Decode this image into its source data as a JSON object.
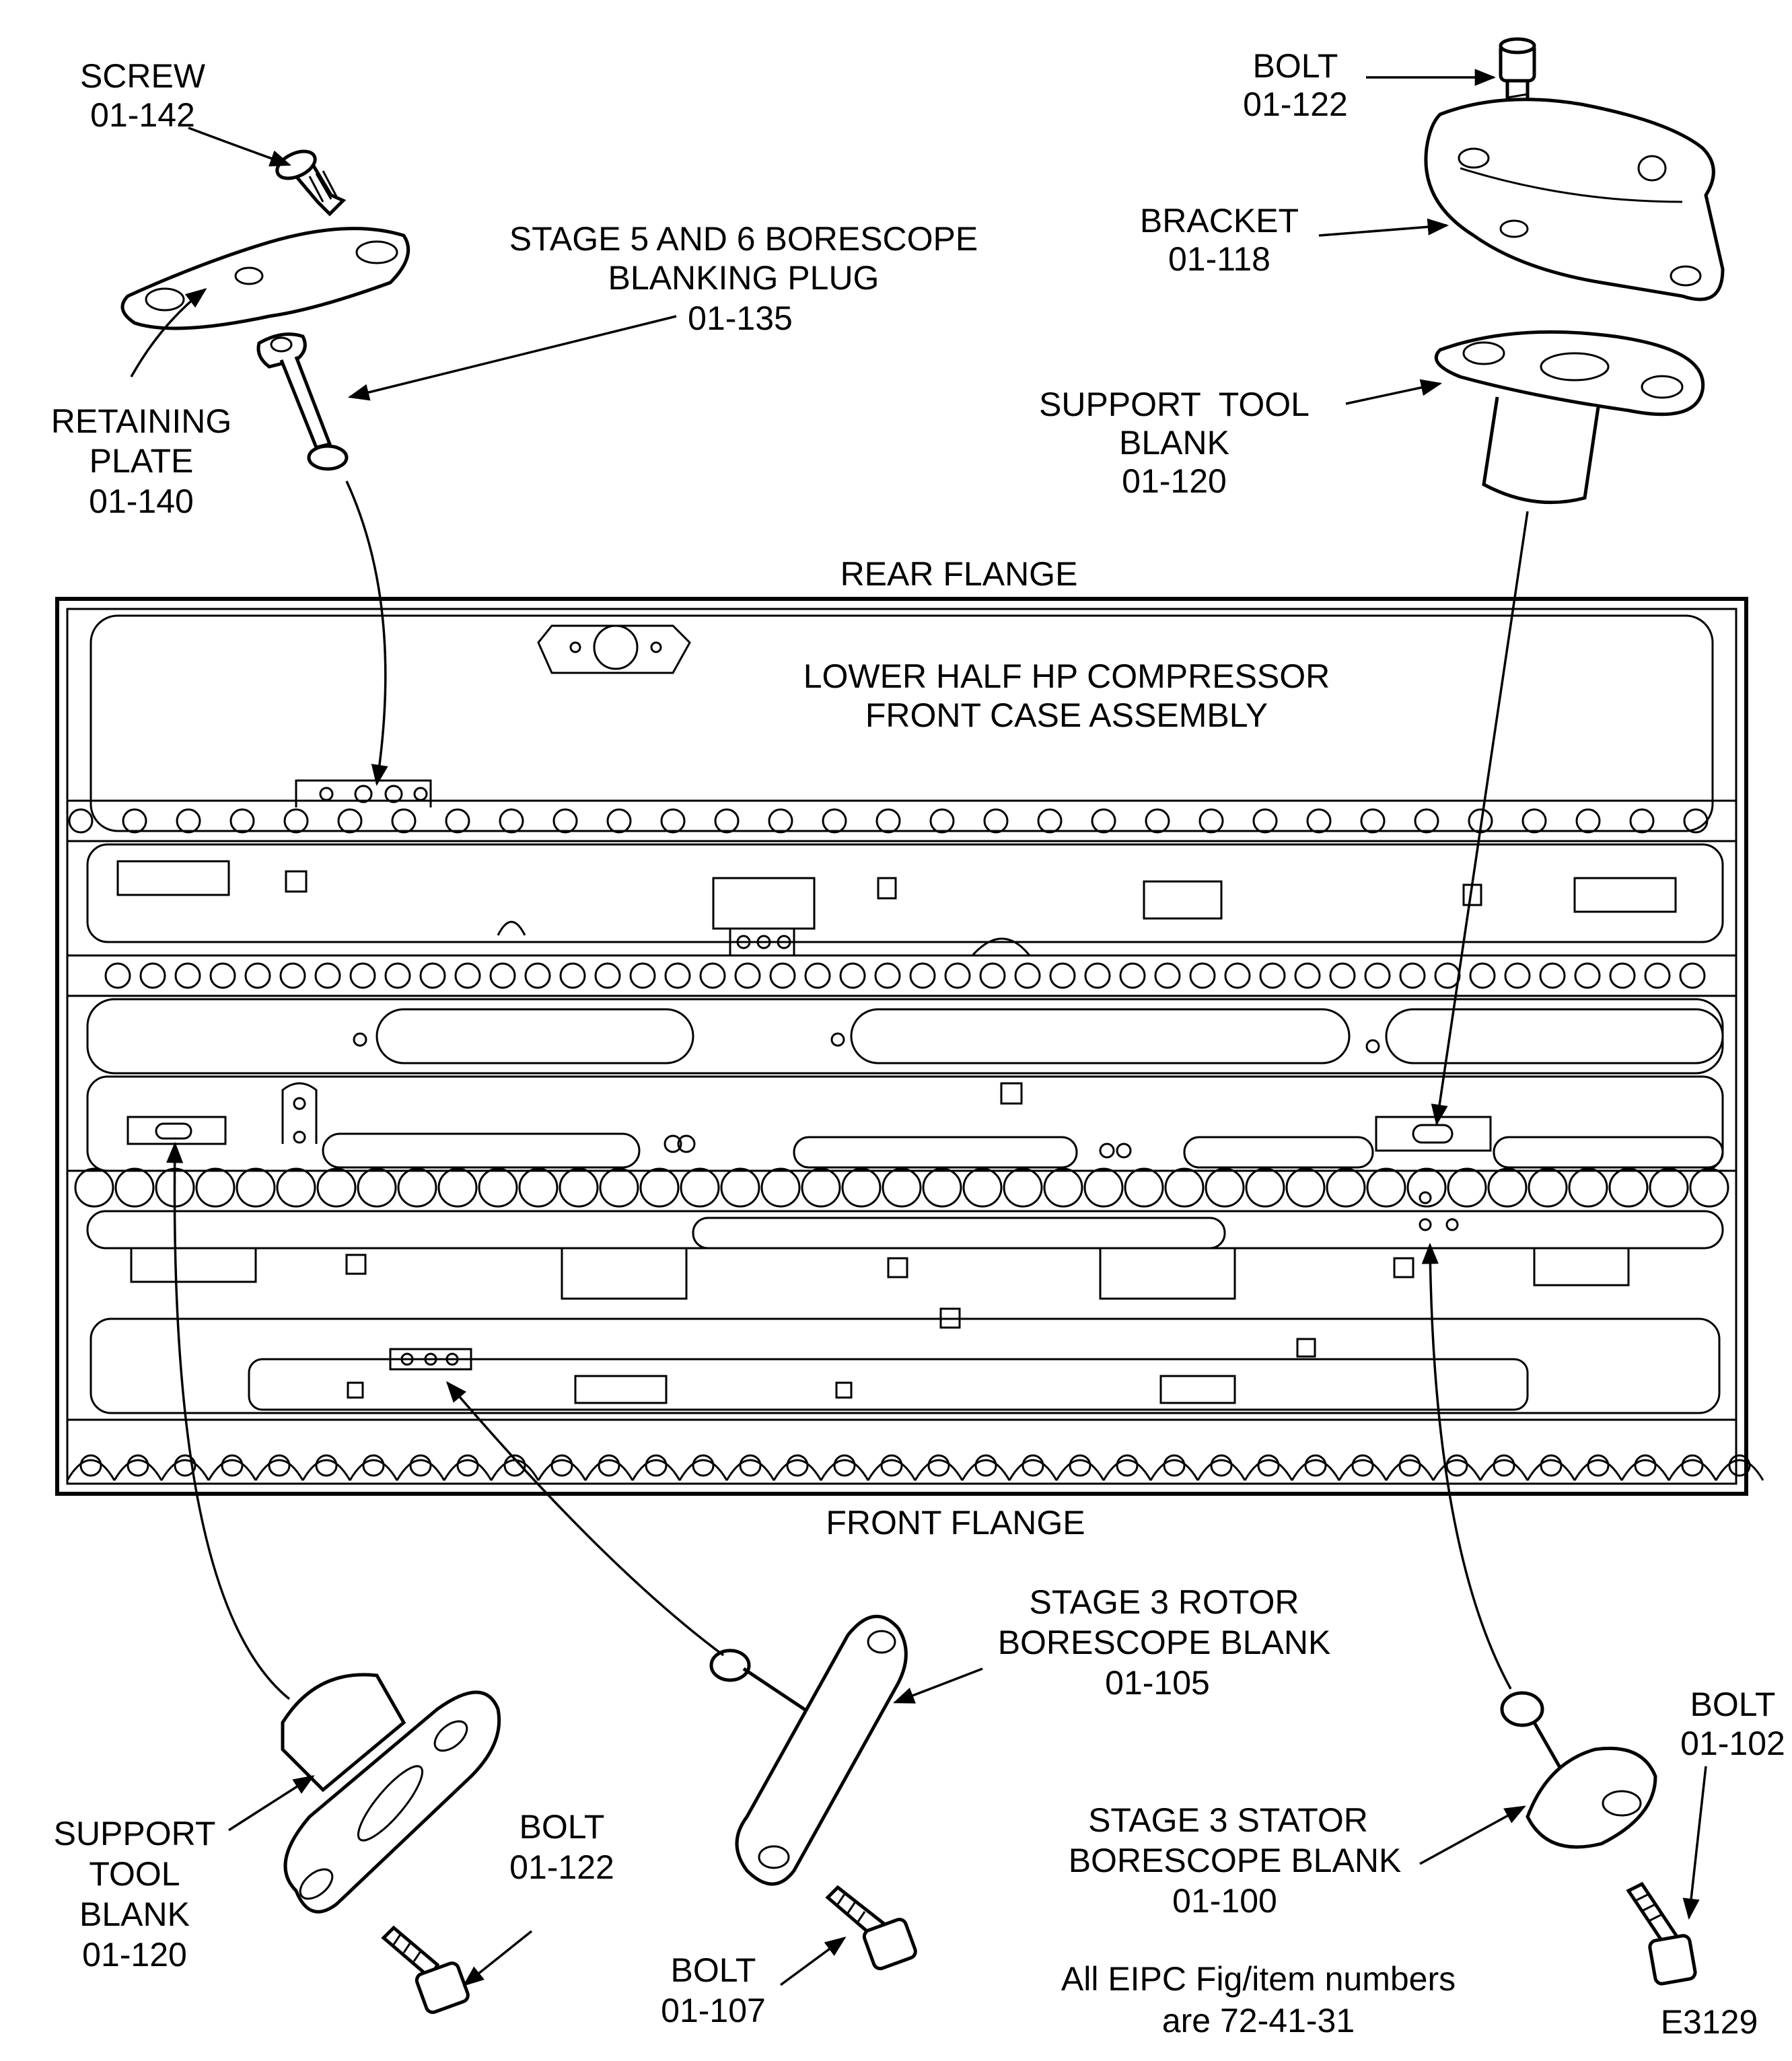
{
  "diagram": {
    "assembly_title": [
      "LOWER HALF HP COMPRESSOR",
      "FRONT CASE ASSEMBLY"
    ],
    "rear_flange": "REAR FLANGE",
    "front_flange": "FRONT FLANGE",
    "footnote": [
      "All EIPC Fig/item numbers",
      "are 72-41-31"
    ],
    "figure_id": "E3129",
    "callouts": {
      "screw": [
        "SCREW",
        "01-142"
      ],
      "blanking_plug": [
        "STAGE 5 AND 6 BORESCOPE",
        "BLANKING PLUG",
        "01-135"
      ],
      "retaining_plate": [
        "RETAINING",
        "PLATE",
        "01-140"
      ],
      "bolt_top": [
        "BOLT",
        "01-122"
      ],
      "bracket": [
        "BRACKET",
        "01-118"
      ],
      "support_tool_top": [
        "SUPPORT  TOOL",
        "BLANK",
        "01-120"
      ],
      "rotor_blank": [
        "STAGE 3 ROTOR",
        "BORESCOPE BLANK",
        "01-105"
      ],
      "bolt_right": [
        "BOLT",
        "01-102"
      ],
      "stator_blank": [
        "STAGE 3 STATOR",
        "BORESCOPE BLANK",
        "01-100"
      ],
      "support_tool_bottom": [
        "SUPPORT",
        "TOOL",
        "BLANK",
        "01-120"
      ],
      "bolt_bottom_left": [
        "BOLT",
        "01-122"
      ],
      "bolt_bottom_mid": [
        "BOLT",
        "01-107"
      ]
    }
  }
}
